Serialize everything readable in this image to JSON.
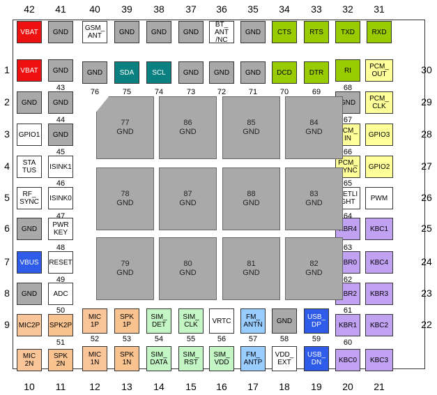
{
  "colors": {
    "red": "#ee1111",
    "gray": "#a9a9a9",
    "teal": "#0b8080",
    "green": "#99cc00",
    "yellow": "#ffff99",
    "purple": "#c1a2f2",
    "blue": "#2e5be8",
    "peach": "#fac499",
    "orange": "#f8c38f",
    "lightgreen": "#c4f5c4",
    "lightblue": "#99ccff",
    "white": "#ffffff"
  },
  "edge": {
    "top": [
      "42",
      "41",
      "40",
      "39",
      "38",
      "37",
      "36",
      "35",
      "34",
      "33",
      "32",
      "31"
    ],
    "bottom": [
      "10",
      "11",
      "12",
      "13",
      "14",
      "15",
      "16",
      "17",
      "18",
      "19",
      "20",
      "21"
    ],
    "left": [
      "1",
      "2",
      "3",
      "4",
      "5",
      "6",
      "7",
      "8",
      "9"
    ],
    "right": [
      "30",
      "29",
      "28",
      "27",
      "26",
      "25",
      "24",
      "23",
      "22"
    ]
  },
  "top_row": [
    "VBAT",
    "GND",
    "GSM_\nANT",
    "GND",
    "GND",
    "GND",
    "BT_\nANT\n/NC",
    "GND",
    "CTS",
    "RTS",
    "TXD",
    "RXD"
  ],
  "row2": [
    "GND",
    "SDA",
    "SCL",
    "GND",
    "GND",
    "GND",
    "DCD",
    "DTR"
  ],
  "row2_nums": [
    "76",
    "75",
    "74",
    "73",
    "72",
    "71",
    "70",
    "69"
  ],
  "left_col": [
    "VBAT",
    "GND",
    "GPIO1",
    "STA\nTUS",
    "RF_\nSYNC",
    "GND",
    "VBUS",
    "GND",
    "MIC2P",
    "MIC\n2N"
  ],
  "inner_left": [
    "GND",
    "GND",
    "GND",
    "ISINK1",
    "ISINK0",
    "PWR\nKEY",
    "RESET",
    "ADC",
    "SPK2P",
    "SPK\n2N"
  ],
  "inner_left_nums": [
    "43",
    "44",
    "45",
    "46",
    "47",
    "48",
    "49",
    "50",
    "51"
  ],
  "inner_right": [
    "RI",
    "GND",
    "PCM_\nIN",
    "PCM_\nSYNC",
    "NETLI\nGHT",
    "KBR4",
    "KBR0",
    "KBR2",
    "KBR1",
    "KBC0"
  ],
  "inner_right_nums": [
    "68",
    "67",
    "66",
    "65",
    "64",
    "63",
    "62",
    "61",
    "60"
  ],
  "right_col": [
    "PCM_\nOUT",
    "PCM_\nCLK",
    "GPIO3",
    "GPIO2",
    "PWM",
    "KBC1",
    "KBC4",
    "KBR3",
    "KBC2",
    "KBC3"
  ],
  "bottom_inner": [
    "MIC\n1P",
    "SPK\n1P",
    "SIM_\nDET",
    "SIM_\nCLK",
    "VRTC",
    "FM_\nANTN",
    "GND",
    "USB_\nDP"
  ],
  "bottom_inner_nums": [
    "52",
    "53",
    "54",
    "55",
    "56",
    "57",
    "58",
    "59"
  ],
  "bottom_row": [
    "MIC\n1N",
    "SPK\n1N",
    "SIM_\nDATA",
    "SIM_\nRST",
    "SIM_\nVDD",
    "FM_\nANTP",
    "VDD_\nEXT",
    "USB_\nDN"
  ],
  "center": [
    {
      "num": "77",
      "label": "GND"
    },
    {
      "num": "86",
      "label": "GND"
    },
    {
      "num": "85",
      "label": "GND"
    },
    {
      "num": "84",
      "label": "GND"
    },
    {
      "num": "78",
      "label": "GND"
    },
    {
      "num": "87",
      "label": "GND"
    },
    {
      "num": "88",
      "label": "GND"
    },
    {
      "num": "83",
      "label": "GND"
    },
    {
      "num": "79",
      "label": "GND"
    },
    {
      "num": "80",
      "label": "GND"
    },
    {
      "num": "81",
      "label": "GND"
    },
    {
      "num": "82",
      "label": "GND"
    }
  ]
}
